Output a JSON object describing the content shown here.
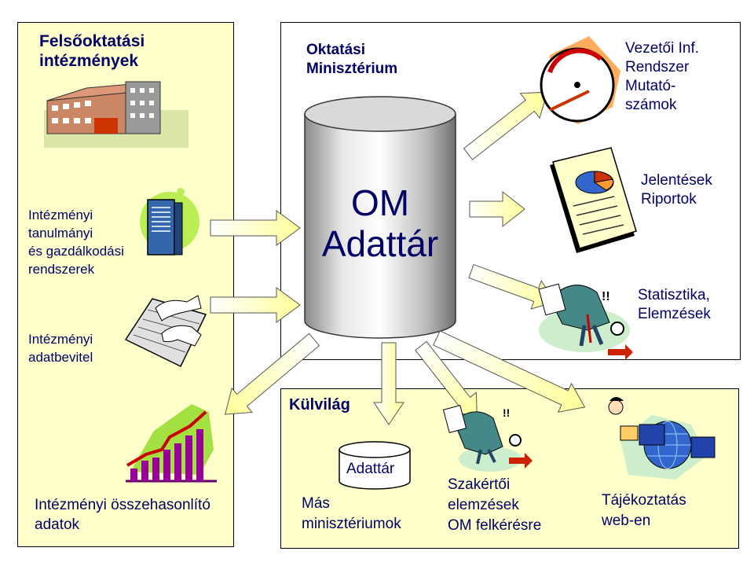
{
  "left": {
    "title_line1": "Felsőoktatási",
    "title_line2": "intézmények",
    "systems_line1": "Intézményi",
    "systems_line2": "tanulmányi",
    "systems_line3": "és gazdálkodási",
    "systems_line4": "rendszerek",
    "input_line1": "Intézményi",
    "input_line2": "adatbevitel",
    "compare_line1": "Intézményi összehasonlító",
    "compare_line2": "adatok"
  },
  "center": {
    "ministry_line1": "Oktatási",
    "ministry_line2": "Minisztérium",
    "db_line1": "OM",
    "db_line2": "Adattár"
  },
  "right": {
    "vir_line1": "Vezetői Inf.",
    "vir_line2": "Rendszer",
    "vir_line3": "Mutató-",
    "vir_line4": "számok",
    "reports_line1": "Jelentések",
    "reports_line2": "Riportok",
    "stats_line1": "Statisztika,",
    "stats_line2": "Elemzések"
  },
  "bottom": {
    "title": "Külvilág",
    "small_db": "Adattár",
    "ministries_line1": "Más",
    "ministries_line2": "minisztériumok",
    "expert_line1": "Szakértői",
    "expert_line2": "elemzések",
    "expert_line3": "OM felkérésre",
    "info_line1": "Tájékoztatás",
    "info_line2": "web-en"
  },
  "icons": {
    "building": "building-icon",
    "server": "server-icon",
    "keyboard": "keyboard-hands-icon",
    "gauge": "gauge-icon",
    "report": "report-pie-icon",
    "analyst": "analyst-magnifier-icon",
    "growth": "growth-bar-chart-icon",
    "web": "web-info-icon"
  },
  "colors": {
    "panel_fill": "#ffffcc",
    "text_dark_blue": "#000066",
    "arrow_fill": "#ffffcc",
    "cylinder_gray": "#c0c0c0"
  }
}
